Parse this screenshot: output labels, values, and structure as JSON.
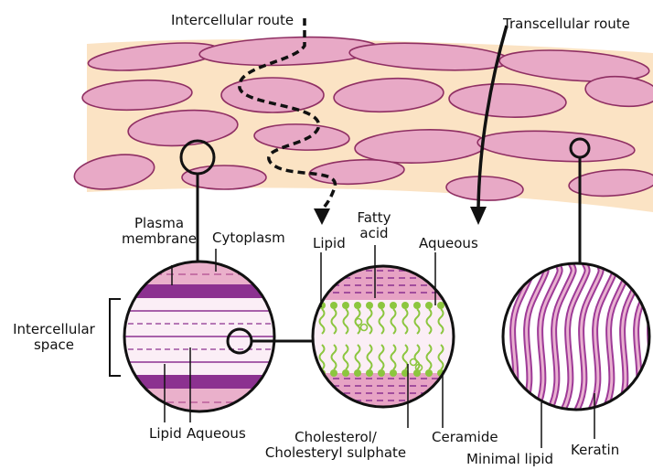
{
  "labels": {
    "intercellular_route": "Intercellular route",
    "transcellular_route": "Transcellular route",
    "plasma_membrane": [
      "Plasma",
      "membrane"
    ],
    "cytoplasm": "Cytoplasm",
    "intercellular_space": [
      "Intercellular",
      "space"
    ],
    "lipid_left": "Lipid",
    "aqueous_left": "Aqueous",
    "lipid_mid": "Lipid",
    "fatty_acid": [
      "Fatty",
      "acid"
    ],
    "aqueous_mid": "Aqueous",
    "cholesterol": [
      "Cholesterol/",
      "Cholesteryl sulphate"
    ],
    "ceramide": "Ceramide",
    "minimal_lipid": "Minimal lipid",
    "keratin": "Keratin"
  },
  "colors": {
    "skin_background": "#fbe3c4",
    "cell_fill": "#e8a9c6",
    "cell_stroke": "#8f2f63",
    "membrane_dark": "#8c3190",
    "lipid_tail_green": "#8cc63f",
    "outline": "#1a1a1a"
  }
}
